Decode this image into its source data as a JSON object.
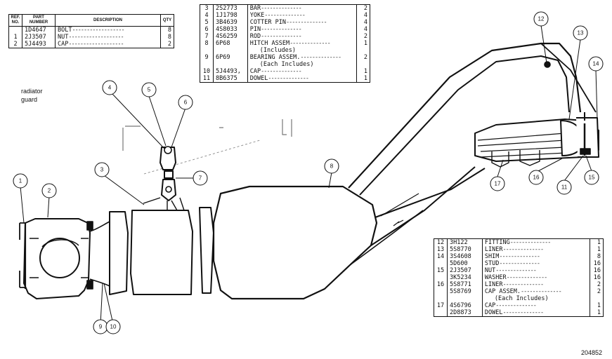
{
  "table_top_left": {
    "headers": [
      "REF. NO.",
      "PART NUMBER",
      "DESCRIPTION",
      "QTY"
    ],
    "rows": [
      {
        "ref": "",
        "part": "1D4647",
        "desc": "BOLT",
        "qty": "8"
      },
      {
        "ref": "1",
        "part": "2J3507",
        "desc": "NUT",
        "qty": "8"
      },
      {
        "ref": "2",
        "part": "5J4493",
        "desc": "CAP",
        "qty": "2"
      }
    ]
  },
  "table_top_center": {
    "rows": [
      {
        "ref": "3",
        "part": "2S2773",
        "desc": "BAR",
        "qty": "2"
      },
      {
        "ref": "4",
        "part": "1J1798",
        "desc": "YOKE",
        "qty": "4"
      },
      {
        "ref": "5",
        "part": "3B4639",
        "desc": "COTTER PIN",
        "qty": "4"
      },
      {
        "ref": "6",
        "part": "4S8033",
        "desc": "PIN",
        "qty": "4"
      },
      {
        "ref": "7",
        "part": "4S6259",
        "desc": "ROD",
        "qty": "2"
      },
      {
        "ref": "8",
        "part": "6P68",
        "desc": "HITCH ASSEM",
        "qty": "1"
      },
      {
        "ref": "",
        "part": "",
        "desc": "(Includes)",
        "qty": ""
      },
      {
        "ref": "9",
        "part": "6P69",
        "desc": "BEARING ASSEM.",
        "qty": "2"
      },
      {
        "ref": "",
        "part": "",
        "desc": "(Each Includes)",
        "qty": ""
      },
      {
        "ref": "10",
        "part": "5J4493,",
        "desc": "CAP",
        "qty": "1"
      },
      {
        "ref": "11",
        "part": "8B6375",
        "desc": "DOWEL",
        "qty": "1"
      }
    ]
  },
  "table_bottom_right": {
    "rows": [
      {
        "ref": "12",
        "part": "3H122",
        "desc": "FITTING",
        "qty": "1"
      },
      {
        "ref": "13",
        "part": "5S8770",
        "desc": "LINER",
        "qty": "1"
      },
      {
        "ref": "14",
        "part": "3S4608",
        "desc": "SHIM",
        "qty": "8"
      },
      {
        "ref": "",
        "part": "5D600",
        "desc": "STUD",
        "qty": "16"
      },
      {
        "ref": "15",
        "part": "2J3507",
        "desc": "NUT",
        "qty": "16"
      },
      {
        "ref": "",
        "part": "3K5234",
        "desc": "WASHER",
        "qty": "16"
      },
      {
        "ref": "16",
        "part": "5S8771",
        "desc": "LINER",
        "qty": "2"
      },
      {
        "ref": "",
        "part": "5S8769",
        "desc": "CAP ASSEM.",
        "qty": "2"
      },
      {
        "ref": "",
        "part": "",
        "desc": "(Each Includes)",
        "qty": ""
      },
      {
        "ref": "17",
        "part": "4S6796",
        "desc": "CAP",
        "qty": "1"
      },
      {
        "ref": "",
        "part": "2D8873",
        "desc": "DOWEL",
        "qty": "1"
      }
    ]
  },
  "note": {
    "line1": "radiator",
    "line2": "guard"
  },
  "figure_number": "204852",
  "callouts": [
    "1",
    "2",
    "3",
    "4",
    "5",
    "6",
    "7",
    "8",
    "9",
    "10",
    "11",
    "12",
    "13",
    "14",
    "15",
    "16",
    "17"
  ]
}
